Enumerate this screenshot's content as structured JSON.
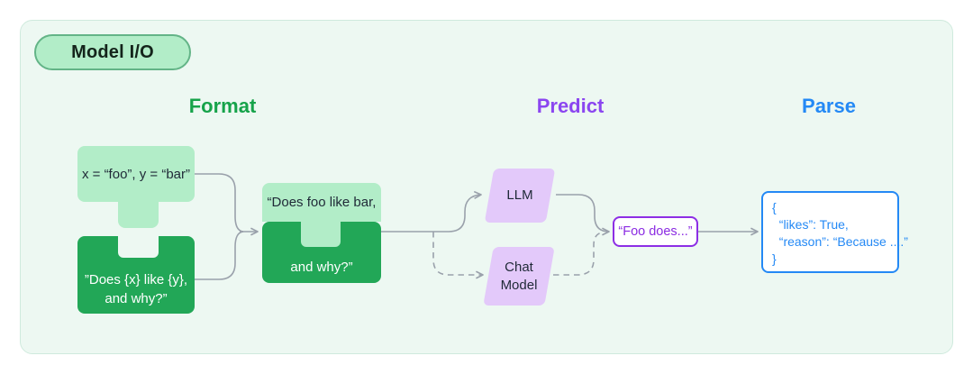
{
  "badge": {
    "label": "Model I/O"
  },
  "stages": {
    "format": {
      "label": "Format",
      "color": "#16a34a"
    },
    "predict": {
      "label": "Predict",
      "color": "#8b46f0"
    },
    "parse": {
      "label": "Parse",
      "color": "#2489f5"
    }
  },
  "format": {
    "input_values_block": {
      "text": "x = “foo”, y = “bar”"
    },
    "prompt_template_block": {
      "text": "”Does {x} like {y},\nand why?”"
    },
    "formatted_prompt_block": {
      "top_text": "“Does foo like bar,",
      "bottom_text": "and why?”"
    }
  },
  "predict": {
    "llm_node": {
      "label": "LLM"
    },
    "chat_model_node": {
      "label": "Chat\nModel"
    },
    "llm_output_node": {
      "text": "“Foo does...”"
    }
  },
  "parse": {
    "parsed_output_node": {
      "text": "{\n  “likes”: True,\n  “reason”: “Because ....”\n}"
    }
  },
  "colors": {
    "panel_bg": "#edf8f2",
    "panel_border": "#cfeadd",
    "light_green": "#b2edc8",
    "dark_green": "#22a757",
    "badge_border": "#63b487",
    "light_purple": "#e3c9fa",
    "purple_border": "#8d2ee5",
    "blue_border": "#2489f5",
    "arrow_gray": "#9aa1ab"
  }
}
